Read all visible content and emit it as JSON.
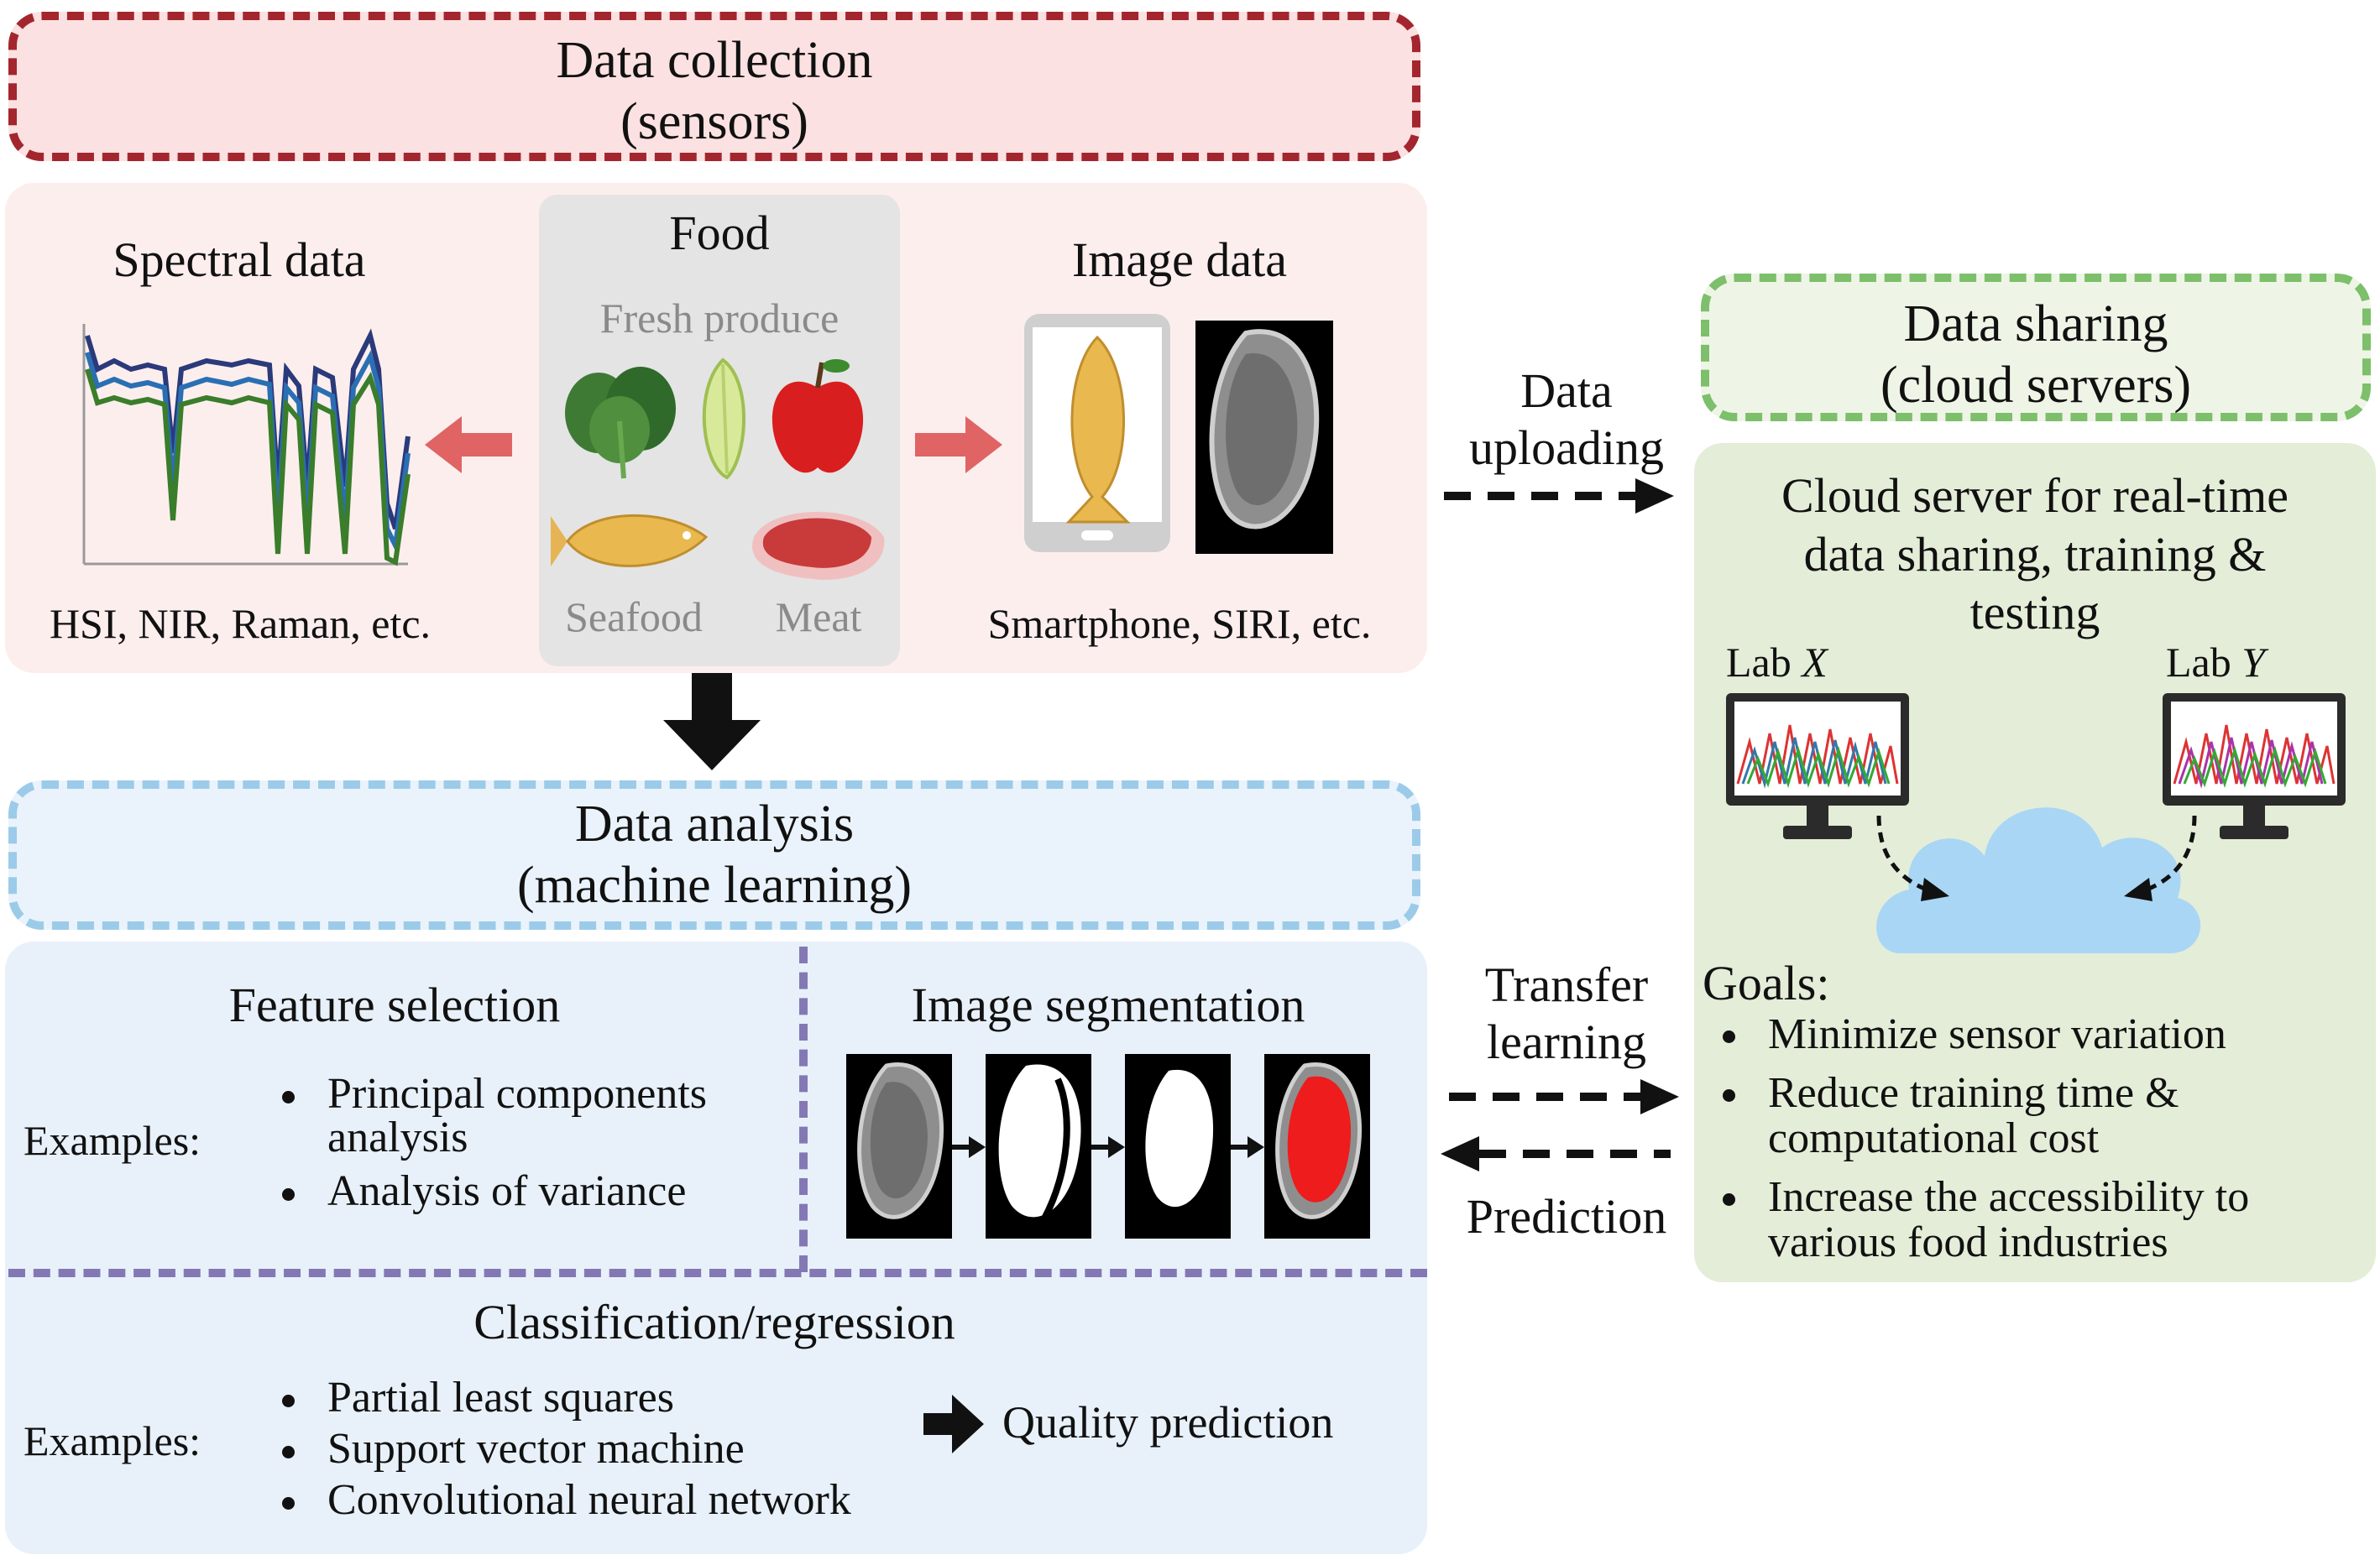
{
  "collection": {
    "title_line1": "Data collection",
    "title_line2": "(sensors)"
  },
  "spectral": {
    "title": "Spectral data",
    "caption": "HSI, NIR, Raman, etc."
  },
  "food": {
    "title": "Food",
    "fresh": "Fresh produce",
    "seafood": "Seafood",
    "meat": "Meat"
  },
  "image": {
    "title": "Image data",
    "caption": "Smartphone, SIRI, etc."
  },
  "uploading": {
    "line1": "Data",
    "line2": "uploading"
  },
  "sharing": {
    "title_line1": "Data sharing",
    "title_line2": "(cloud servers)"
  },
  "cloud": {
    "desc_line1": "Cloud server for real-time",
    "desc_line2": "data sharing, training &",
    "desc_line3": "testing",
    "lab_x_prefix": "Lab ",
    "lab_x_letter": "X",
    "lab_y_prefix": "Lab ",
    "lab_y_letter": "Y"
  },
  "goals": {
    "title": "Goals:",
    "items": [
      {
        "line1": "Minimize sensor variation"
      },
      {
        "line1": "Reduce training time &",
        "line2": "computational cost"
      },
      {
        "line1": "Increase the accessibility to",
        "line2": "various food industries"
      }
    ]
  },
  "analysis": {
    "title_line1": "Data analysis",
    "title_line2": "(machine learning)"
  },
  "feature": {
    "title": "Feature selection",
    "examples": "Examples:",
    "items": [
      {
        "line1": "Principal components",
        "line2": "analysis"
      },
      {
        "line1": "Analysis of variance"
      }
    ]
  },
  "segmentation": {
    "title": "Image segmentation"
  },
  "transfer": {
    "line1": "Transfer",
    "line2": "learning",
    "prediction": "Prediction"
  },
  "classification": {
    "title": "Classification/regression",
    "examples": "Examples:",
    "items": [
      "Partial least squares",
      "Support vector machine",
      "Convolutional neural network"
    ],
    "output": "Quality prediction"
  },
  "colors": {
    "red_dash": "#a3262e",
    "red_fill": "#fbe1e1",
    "red_panel": "#fdeeee",
    "green_dash": "#7dbf6a",
    "green_fill": "#eef5e7",
    "green_panel": "#e4edd8",
    "blue_dash": "#9ccbe9",
    "blue_fill": "#eaf3fb",
    "blue_panel": "#e8f1fa",
    "purple_dash": "#8478b4",
    "arrow_red": "#e06464"
  }
}
